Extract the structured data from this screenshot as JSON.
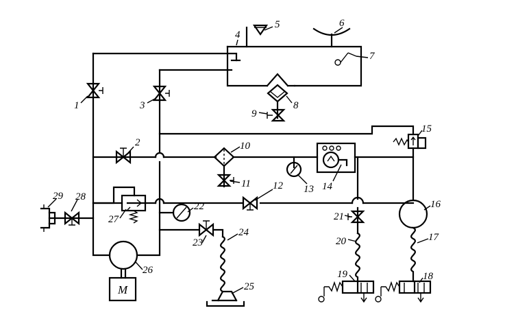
{
  "labels": {
    "n1": "1",
    "n2": "2",
    "n3": "3",
    "n4": "4",
    "n5": "5",
    "n6": "6",
    "n7": "7",
    "n8": "8",
    "n9": "9",
    "n10": "10",
    "n11": "11",
    "n12": "12",
    "n13": "13",
    "n14": "14",
    "n15": "15",
    "n16": "16",
    "n17": "17",
    "n18": "18",
    "n19": "19",
    "n20": "20",
    "n21": "21",
    "n22": "22",
    "n23": "23",
    "n24": "24",
    "n25": "25",
    "n26": "26",
    "n27": "27",
    "n28": "28",
    "n29": "29",
    "motor": "M"
  }
}
